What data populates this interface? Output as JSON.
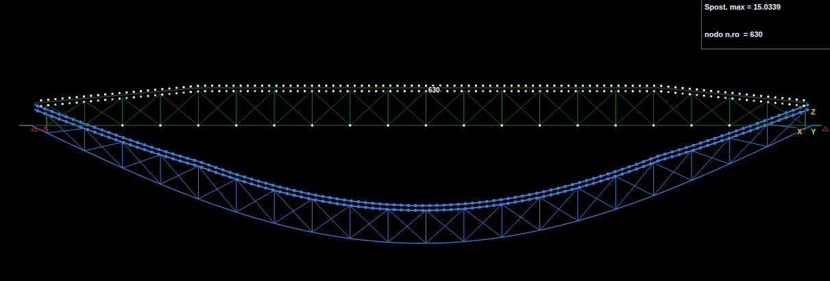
{
  "diagram": {
    "nodes": [
      {
        "text": [
          "Spost. max = 15.0339",
          "nodo n.ro  = 630"
        ]
      }
    ],
    "labels": [
      "630",
      "X",
      "Y",
      "Z"
    ]
  }
}
